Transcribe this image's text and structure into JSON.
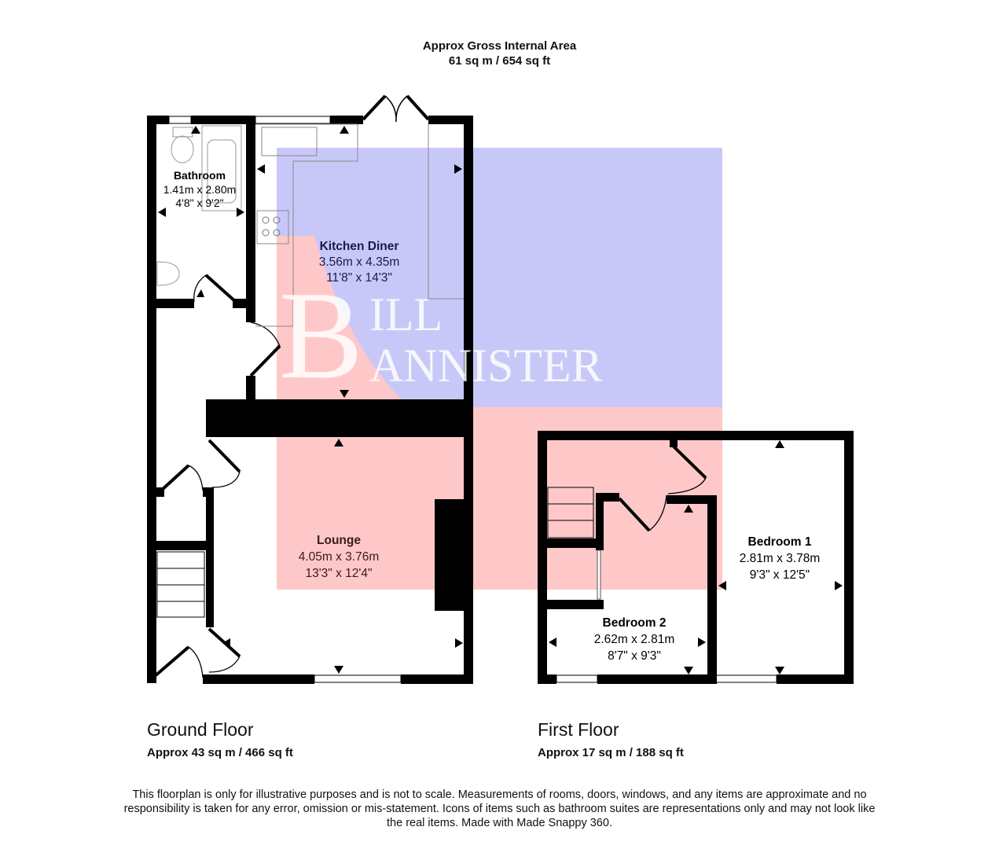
{
  "header": {
    "title": "Approx Gross Internal Area",
    "total_area": "61 sq m / 654 sq ft"
  },
  "floors": [
    {
      "name": "Ground Floor",
      "area": "Approx 43 sq m / 466 sq ft",
      "rooms": [
        {
          "name": "Bathroom",
          "metric": "1.41m x 2.80m",
          "imperial": "4'8\" x 9'2\""
        },
        {
          "name": "Kitchen Diner",
          "metric": "3.56m x 4.35m",
          "imperial": "11'8\" x 14'3\""
        },
        {
          "name": "Lounge",
          "metric": "4.05m x 3.76m",
          "imperial": "13'3\" x 12'4\""
        }
      ]
    },
    {
      "name": "First Floor",
      "area": "Approx 17 sq m / 188 sq ft",
      "rooms": [
        {
          "name": "Bedroom 1",
          "metric": "2.81m x 3.78m",
          "imperial": "9'3\" x 12'5\""
        },
        {
          "name": "Bedroom 2",
          "metric": "2.62m x 2.81m",
          "imperial": "8'7\" x 9'3\""
        }
      ]
    }
  ],
  "watermark": {
    "line1": "ILL",
    "line2": "ANNISTER",
    "initial1": "B",
    "initial2": "B"
  },
  "disclaimer": "This floorplan is only for illustrative purposes and is not to scale. Measurements of rooms, doors, windows, and any items are approximate and no responsibility is taken for any error, omission or mis-statement. Icons of items such as bathroom suites are representations only and may not look like the real items. Made with Made Snappy 360.",
  "colors": {
    "wall": "#000000",
    "watermark_blue": "#c8c8f8",
    "watermark_red": "#ffc8c8"
  }
}
